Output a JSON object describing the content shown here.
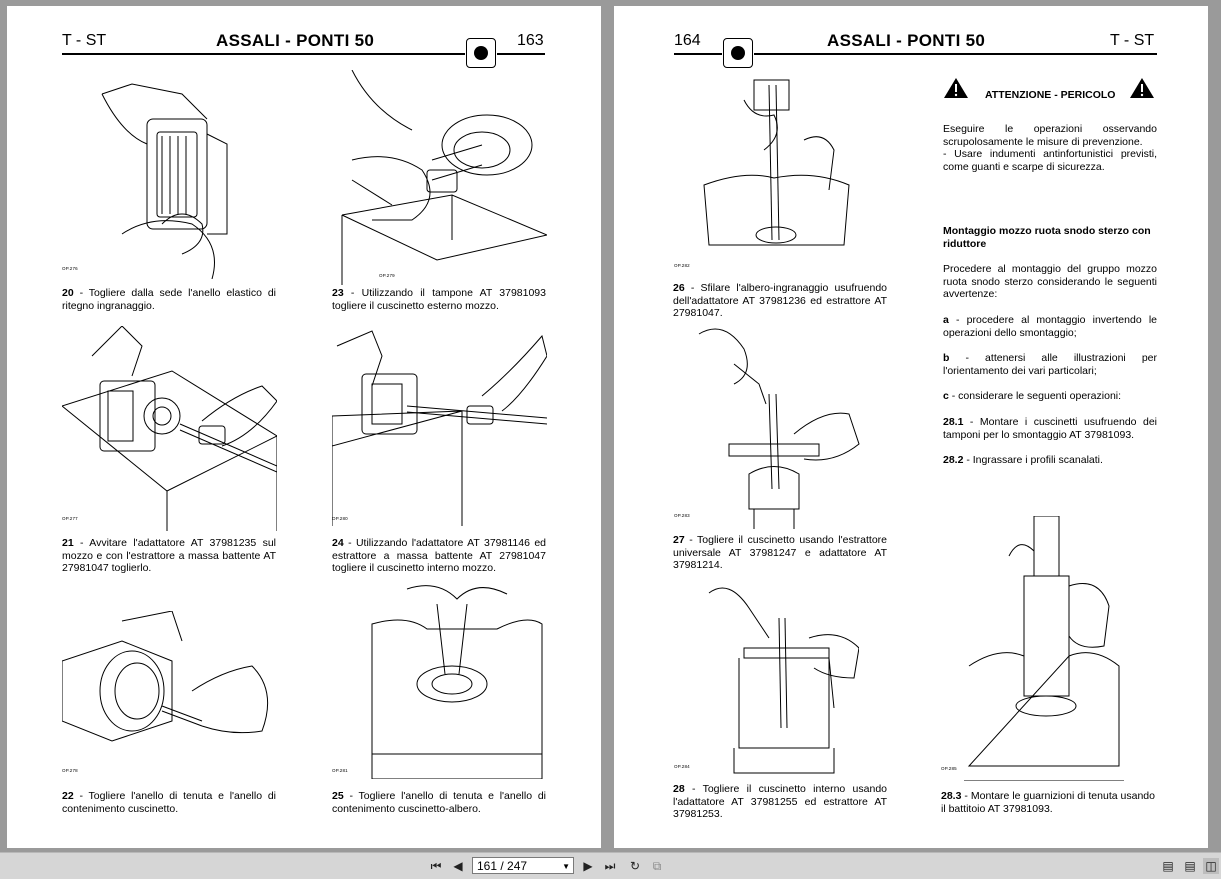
{
  "left_page": {
    "section": "T - ST",
    "title": "ASSALI - PONTI 50",
    "page_number": "163",
    "figures": [
      {
        "op": "OP.276",
        "num": "20",
        "text": " - Togliere dalla sede l'anello elastico di ritegno ingranaggio."
      },
      {
        "op": "OP.279",
        "num": "23",
        "text": " - Utilizzando il tampone AT 37981093 togliere il cuscinetto esterno mozzo."
      },
      {
        "op": "OP.277",
        "num": "21",
        "text": " - Avvitare l'adattatore AT 37981235 sul mozzo e con l'estrattore a massa battente AT 27981047 toglierlo."
      },
      {
        "op": "OP.280",
        "num": "24",
        "text": " - Utilizzando l'adattatore AT 37981146 ed estrattore a massa battente AT 27981047 togliere il cuscinetto interno mozzo."
      },
      {
        "op": "OP.278",
        "num": "22",
        "text": " - Togliere l'anello di tenuta e l'anello di contenimento cuscinetto."
      },
      {
        "op": "OP.281",
        "num": "25",
        "text": " - Togliere l'anello di tenuta e l'anello di contenimento cuscinetto-albero."
      }
    ]
  },
  "right_page": {
    "section": "T - ST",
    "title": "ASSALI - PONTI 50",
    "page_number": "164",
    "warning_title": "ATTENZIONE - PERICOLO",
    "warning_text_1": "Eseguire le operazioni osservando scrupolosamente le misure di prevenzione.",
    "warning_text_2": "- Usare indumenti antinfortunistici previsti, come guanti e scarpe di sicurezza.",
    "subheading": "Montaggio mozzo ruota snodo sterzo con riduttore",
    "intro": "Procedere al montaggio del gruppo mozzo ruota snodo sterzo considerando le seguenti avvertenze:",
    "point_a_key": "a",
    "point_a": " - procedere al montaggio invertendo le operazioni dello smontaggio;",
    "point_b_key": "b",
    "point_b": " - attenersi alle illustrazioni per l'orientamento dei vari particolari;",
    "point_c_key": "c",
    "point_c": " - considerare le seguenti operazioni:",
    "point_281_key": "28.1",
    "point_281": " - Montare i cuscinetti usufruendo dei tamponi per lo smontaggio AT 37981093.",
    "point_282_key": "28.2",
    "point_282": " - Ingrassare i profili scanalati.",
    "figures": [
      {
        "op": "OP.282",
        "num": "26",
        "text": " - Sfilare l'albero-ingranaggio usufruendo dell'adattatore AT 37981236 ed estrattore AT 27981047."
      },
      {
        "op": "OP.283",
        "num": "27",
        "text": " - Togliere il cuscinetto usando l'estrattore universale AT 37981247 e adattatore AT 37981214."
      },
      {
        "op": "OP.284",
        "num": "28",
        "text": " - Togliere il cuscinetto interno usando l'adattatore AT 37981255 ed estrattore AT 37981253."
      },
      {
        "op": "OP.285",
        "num": "28.3",
        "text": " - Montare le guarnizioni di tenuta usando il battitoio AT 37981093."
      }
    ]
  },
  "toolbar": {
    "page_indicator": "161 / 247",
    "icons": [
      "first-page-icon",
      "prev-page-icon",
      "next-page-icon",
      "last-page-icon",
      "rotate-icon",
      "fit-page-icon",
      "single-page-view-icon",
      "continuous-view-icon",
      "facing-view-icon"
    ]
  }
}
